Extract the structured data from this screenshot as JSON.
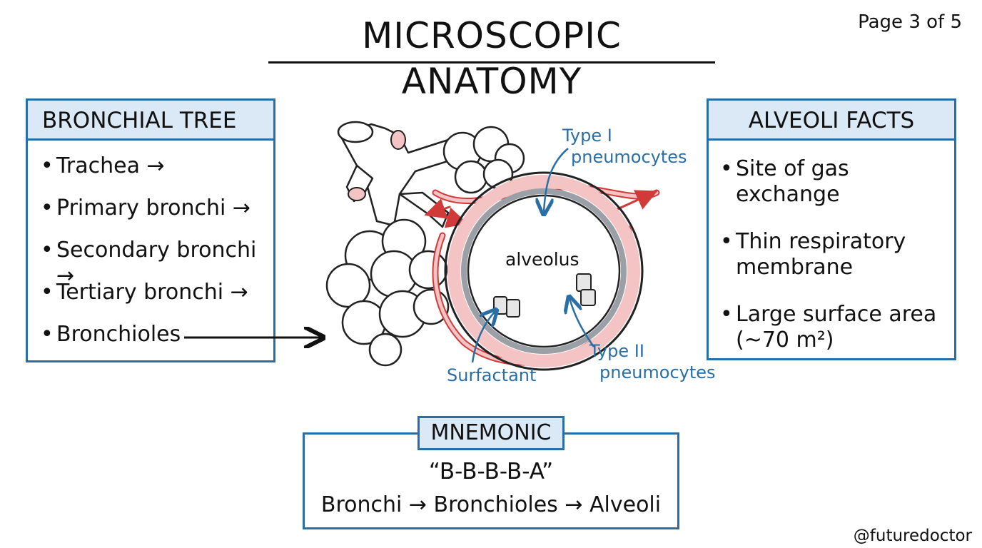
{
  "title": "MICROSCOPIC ANATOMY",
  "page_indicator": "Page 3 of 5",
  "bronchial_tree": {
    "heading": "BRONCHIAL TREE",
    "items": [
      "Trachea →",
      "Primary bronchi →",
      "Secondary bronchi →",
      "Tertiary bronchi →",
      "Bronchioles"
    ]
  },
  "alveoli_facts": {
    "heading": "ALVEOLI FACTS",
    "items": [
      "Site of gas exchange",
      "Thin respiratory membrane",
      "Large surface area (~70 m²)"
    ]
  },
  "diagram": {
    "labels": {
      "type1_line1": "Type I",
      "type1_line2": "pneumocytes",
      "alveolus": "alveolus",
      "surfactant": "Surfactant",
      "type2_line1": "Type II",
      "type2_line2": "pneumocytes"
    }
  },
  "mnemonic": {
    "heading": "MNEMONIC",
    "quote": "“B-B-B-B-A”",
    "sequence": "Bronchi → Bronchioles → Alveoli"
  },
  "handle": "@futuredoctor",
  "colors": {
    "accent_blue": "#2a6ea6",
    "header_fill": "#dbe9f6",
    "vessel_red": "#d23a3a",
    "vessel_pink": "#f4c4c4"
  }
}
